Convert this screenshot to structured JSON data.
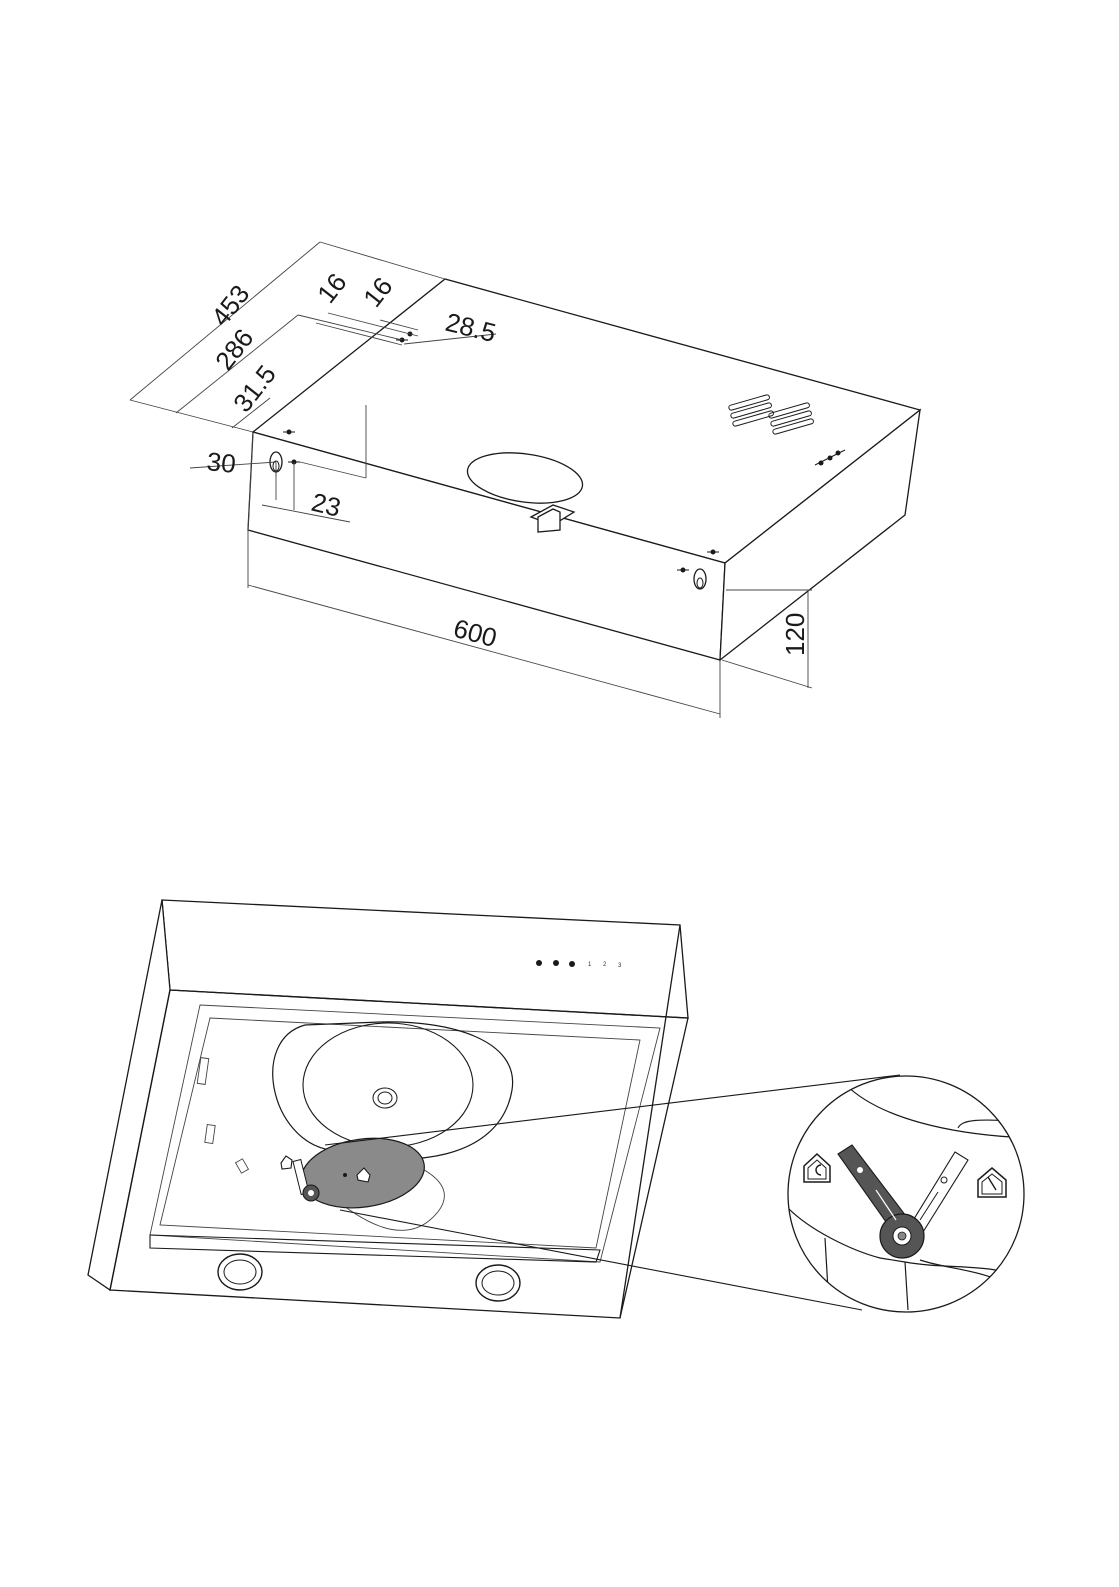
{
  "dimensions": {
    "d453": "453",
    "d286": "286",
    "d31_5": "31.5",
    "d16a": "16",
    "d16b": "16",
    "d28_5": "28.5",
    "d30": "30",
    "d23": "23",
    "d600": "600",
    "d120": "120"
  },
  "control_panel": {
    "speed_1": "1",
    "speed_2": "2",
    "speed_3": "3"
  },
  "icons": {
    "recirculation_mode": "house-recirculation-icon",
    "extraction_mode": "house-extraction-icon"
  },
  "colors": {
    "line": "#1a1a1a",
    "highlight": "#8a8a8a",
    "lever": "#555555"
  }
}
